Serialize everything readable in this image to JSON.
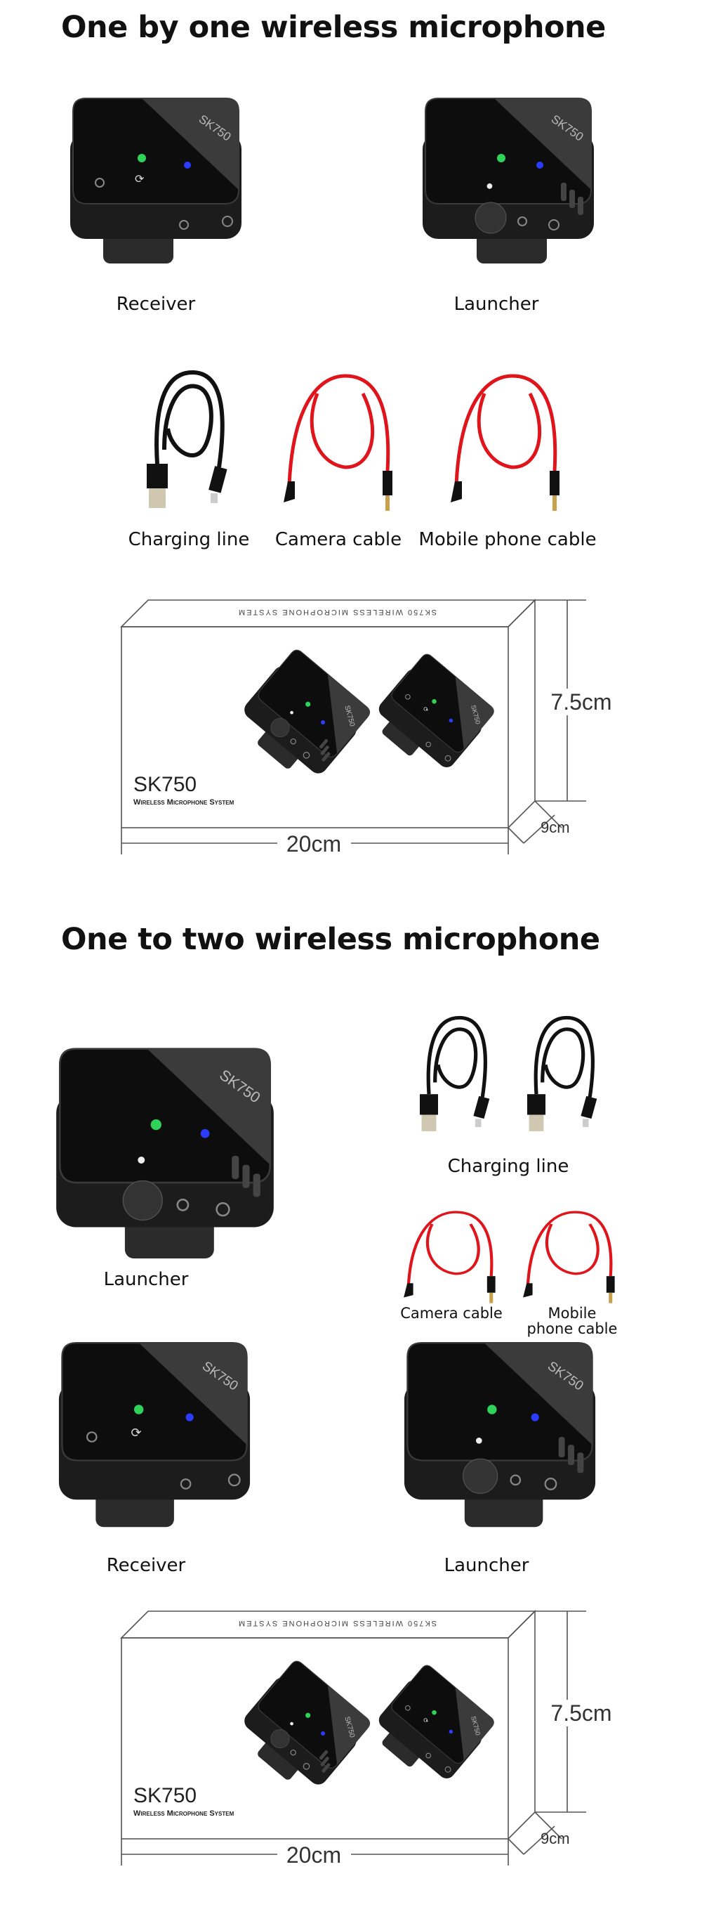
{
  "device": {
    "model": "SK750",
    "led_green": "#2fd35a",
    "led_blue": "#2b3cff"
  },
  "section1": {
    "title": "One by one wireless microphone",
    "receiver_label": "Receiver",
    "launcher_label": "Launcher",
    "accessories": [
      {
        "label": "Charging line"
      },
      {
        "label": "Camera cable"
      },
      {
        "label": "Mobile phone cable"
      }
    ],
    "box": {
      "top_text": "SK750 WIRELESS MICROPHONE SYSTEM",
      "brand": "SK750",
      "subtitle": "Wireless Microphone System",
      "height": "7.5cm",
      "depth": "9cm",
      "width": "20cm"
    }
  },
  "section2": {
    "title": "One to two wireless microphone",
    "launcher_label": "Launcher",
    "charging_label": "Charging line",
    "camera_cable_label": "Camera cable",
    "mobile_cable_label": "Mobile phone cable",
    "receiver_label": "Receiver",
    "launcher2_label": "Launcher",
    "box": {
      "top_text": "SK750 WIRELESS MICROPHONE SYSTEM",
      "brand": "SK750",
      "subtitle": "Wireless Microphone System",
      "height": "7.5cm",
      "depth": "9cm",
      "width": "20cm"
    }
  }
}
